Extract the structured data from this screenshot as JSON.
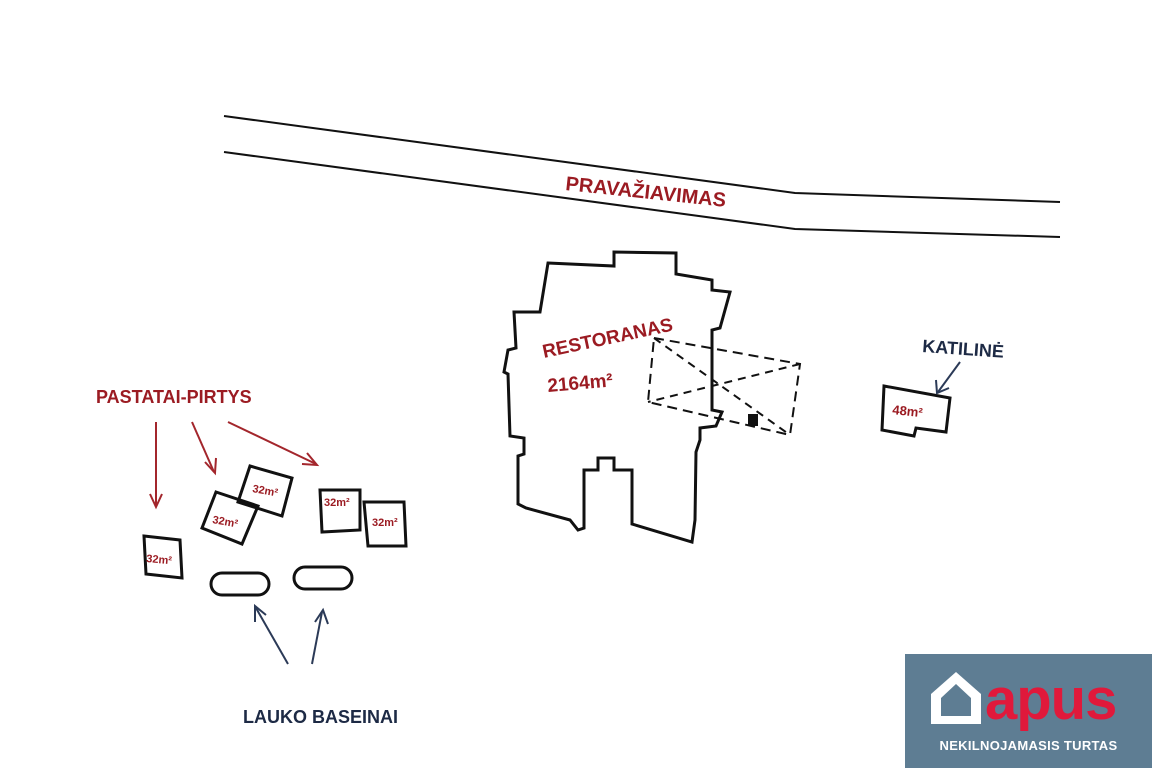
{
  "labels": {
    "road": "PRAVAŽIAVIMAS",
    "restaurant": "RESTORANAS",
    "restaurant_area": "2164m²",
    "boiler": "KATILINĖ",
    "boiler_area": "48m²",
    "saunas": "PASTATAI-PIRTYS",
    "pools": "LAUKO BASEINAI"
  },
  "saunas": [
    {
      "area": "32m²"
    },
    {
      "area": "32m²"
    },
    {
      "area": "32m²"
    },
    {
      "area": "32m²"
    },
    {
      "area": "32m²"
    }
  ],
  "logo": {
    "word": "apus",
    "subtitle": "NEKILNOJAMASIS TURTAS",
    "icon": "house-icon"
  },
  "colors": {
    "label_red": "#9b1b22",
    "label_navy": "#1d2a45",
    "logo_bg": "#5e7d93",
    "logo_red": "#e0193b"
  }
}
